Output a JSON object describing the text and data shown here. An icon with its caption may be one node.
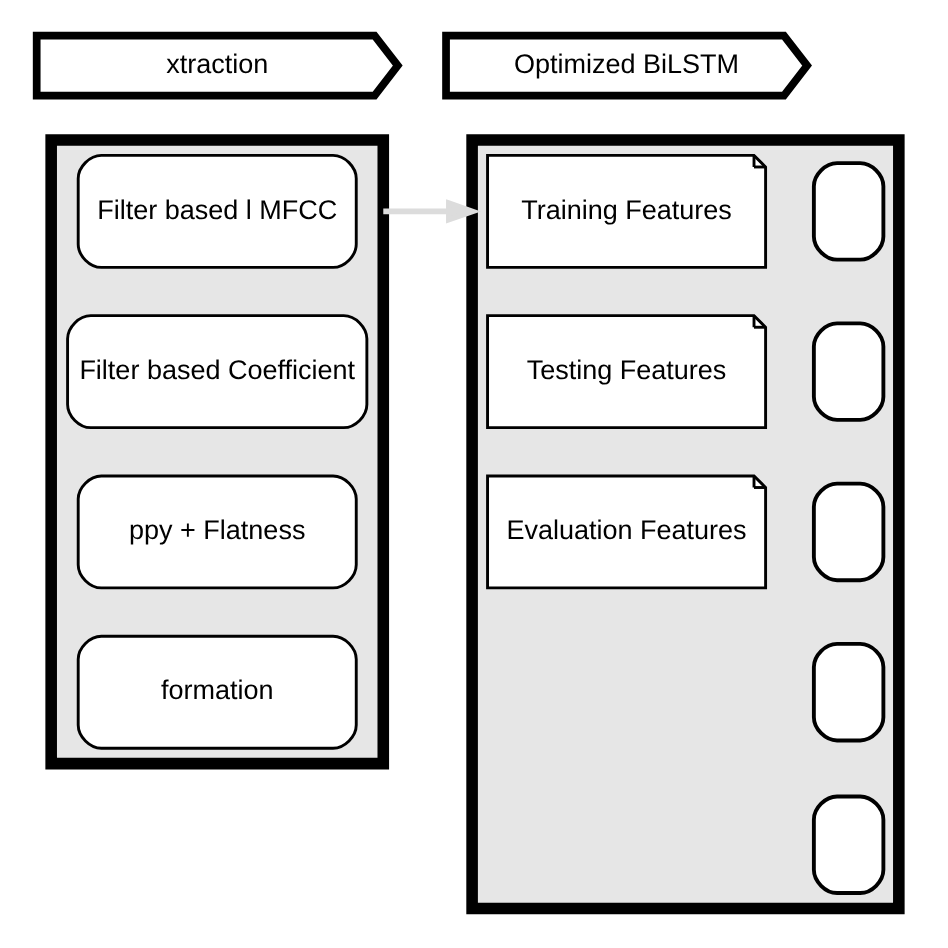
{
  "diagram": {
    "nodes": [
      {
        "text": [
          "xtraction"
        ]
      },
      {
        "text": [
          "Optimized BiLSTM"
        ]
      },
      {
        "text": [],
        "shape": "box"
      },
      {
        "text": [
          "Filter based l MFCC"
        ],
        "in": 2
      },
      {
        "text": [
          "Filter based Coefficient"
        ],
        "in": 2
      },
      {
        "text": [
          "ppy + Flatness"
        ],
        "in": 2
      },
      {
        "text": [
          "formation"
        ],
        "in": 2
      },
      {
        "text": [],
        "shape": "box"
      },
      {
        "text": [
          "Training Features"
        ],
        "in": 7
      },
      {
        "text": [
          "Testing Features"
        ],
        "in": 7
      },
      {
        "text": [
          "Evaluation Features"
        ],
        "in": 7
      },
      {
        "text": [],
        "shape": "box",
        "in": 7
      },
      {
        "text": [],
        "shape": "box",
        "in": 7
      },
      {
        "text": [],
        "shape": "box",
        "in": 7
      },
      {
        "text": [],
        "shape": "box",
        "in": 7
      },
      {
        "text": [],
        "shape": "box",
        "in": 7
      }
    ],
    "edges": [
      {
        "from": 2,
        "to": 7,
        "arrow": "to",
        "color": "#dcdcdc"
      }
    ]
  }
}
